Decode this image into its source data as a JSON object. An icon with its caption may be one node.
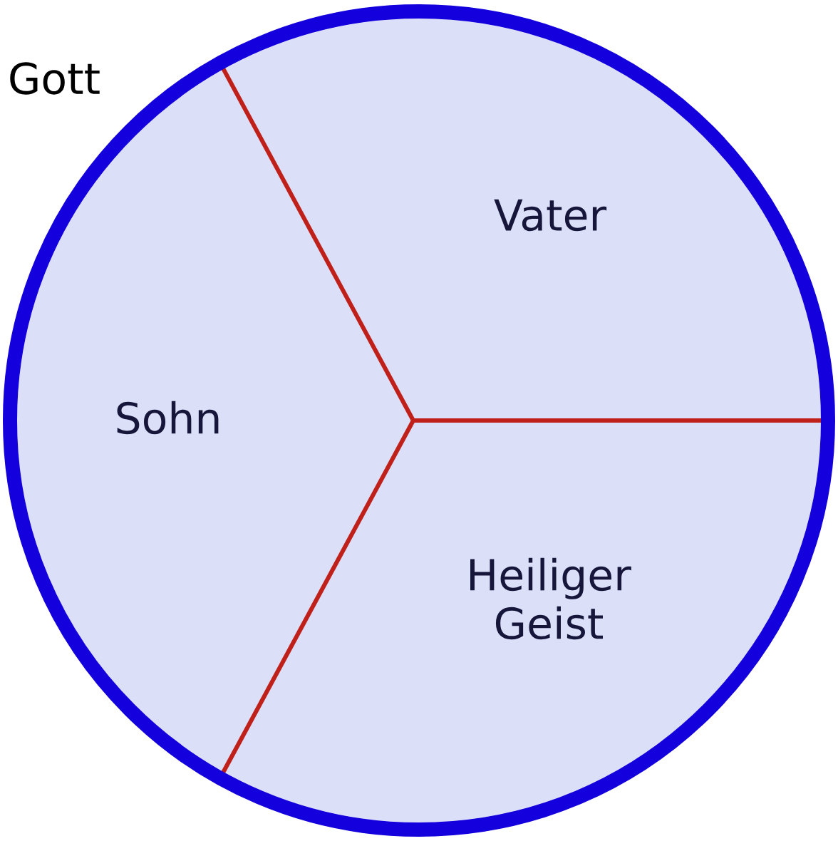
{
  "diagram": {
    "nodes": [
      {
        "text": [
          "Gott"
        ]
      },
      {
        "text": [
          "Vater"
        ],
        "in": 0
      },
      {
        "text": [
          "Sohn"
        ],
        "in": 0
      },
      {
        "text": [
          "Heiliger Geist"
        ],
        "in": 0
      }
    ]
  }
}
